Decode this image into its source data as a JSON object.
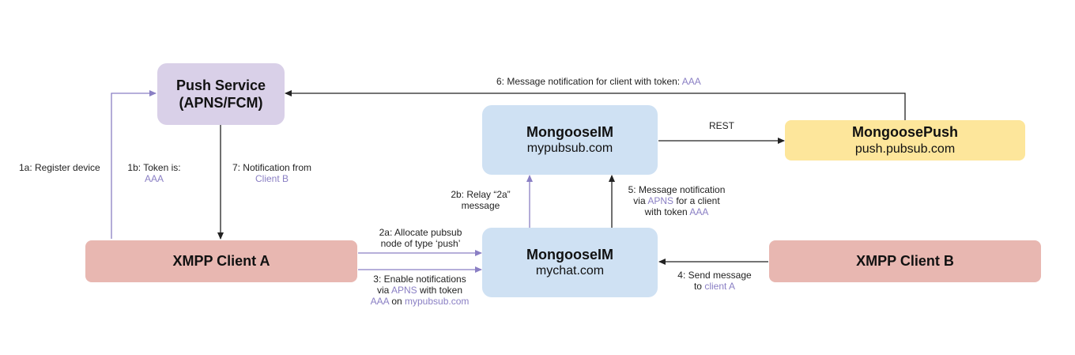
{
  "colors": {
    "push_service": "#d9d0e8",
    "mongooseim": "#cfe1f3",
    "mongoosepush": "#fde69b",
    "xmpp_client": "#e8b7b1",
    "arrow_dark": "#222222",
    "arrow_light": "#8a7fc4",
    "highlight_text": "#8a7fc4"
  },
  "nodes": {
    "push_service": {
      "title_line1": "Push Service",
      "title_line2": "(APNS/FCM)"
    },
    "mim_pubsub": {
      "title": "MongooseIM",
      "subtitle": "mypubsub.com"
    },
    "mongoosepush": {
      "title": "MongoosePush",
      "subtitle": "push.pubsub.com"
    },
    "mim_chat": {
      "title": "MongooseIM",
      "subtitle": "mychat.com"
    },
    "client_a": {
      "title": "XMPP Client A"
    },
    "client_b": {
      "title": "XMPP Client B"
    }
  },
  "labels": {
    "l1a": {
      "text": "1a: Register device"
    },
    "l1b": {
      "line1": "1b: Token is:",
      "token": "AAA"
    },
    "l7": {
      "line1": "7: Notification from",
      "client": "Client B"
    },
    "l6": {
      "text": "6: Message notification for client with token: ",
      "token": "AAA"
    },
    "rest": {
      "text": "REST"
    },
    "l2b": {
      "line1": "2b: Relay “2a”",
      "line2": "message"
    },
    "l5": {
      "line1": "5: Message notification",
      "line2_pre": "via ",
      "line2_apns": "APNS",
      "line2_post": " for a client",
      "line3_pre": "with token ",
      "line3_token": "AAA"
    },
    "l2a": {
      "line1": "2a: Allocate pubsub",
      "line2": "node of type ‘push’"
    },
    "l3": {
      "line1": "3: Enable notifications",
      "line2_pre": "via ",
      "line2_apns": "APNS",
      "line2_post": " with token",
      "line3_token": "AAA",
      "line3_mid": " on ",
      "line3_domain": "mypubsub.com"
    },
    "l4": {
      "line1": "4: Send message",
      "line2_pre": "to ",
      "line2_client": "client A"
    }
  }
}
